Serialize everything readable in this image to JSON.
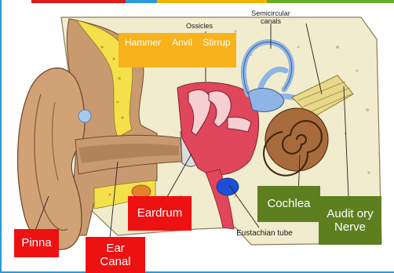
{
  "colors": {
    "top_bar": [
      "#e01b1b",
      "#2a9bd8",
      "#f2b400",
      "#6aab2a"
    ],
    "label_red": "#ee1111",
    "label_green": "#5e7f1f",
    "label_yellow": "#f7b21c",
    "skin": "#c99a6f",
    "fat": "#f3e04a",
    "bone": "#f1eccd",
    "canals": "#8fb4e6",
    "cochlea": "#a86b3b",
    "ossicles": "#f06b7a",
    "tube": "#1d4fd8"
  },
  "printed": {
    "ossicles": "Ossicles",
    "semicircular": "Semicircular",
    "canals": "canals",
    "eustachian": "Eustachian tube"
  },
  "labels": {
    "hammer": "Hammer",
    "anvil": "Anvil",
    "stirrup": "Stirrup",
    "eardrum": "Eardrum",
    "cochlea": "Cochlea",
    "auditory_nerve_1": "Audit ory",
    "auditory_nerve_2": "Nerve",
    "pinna": "Pinna",
    "ear_canal_1": "Ear",
    "ear_canal_2": "Canal"
  }
}
